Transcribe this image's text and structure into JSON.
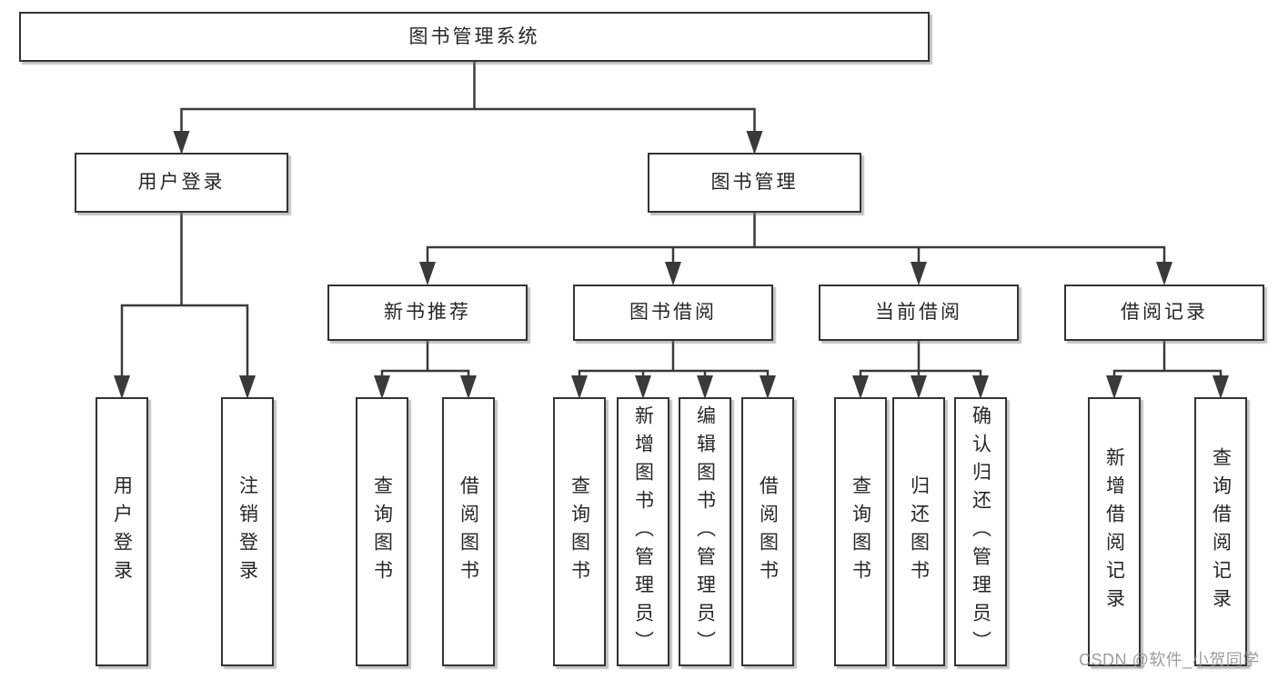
{
  "tree": {
    "root": "图书管理系统",
    "branches": [
      {
        "label": "用户登录",
        "leaves": [
          "用户登录",
          "注销登录"
        ]
      },
      {
        "label": "图书管理",
        "children": [
          {
            "label": "新书推荐",
            "leaves": [
              "查询图书",
              "借阅图书"
            ]
          },
          {
            "label": "图书借阅",
            "leaves": [
              "查询图书",
              "新增图书（管理员）",
              "编辑图书（管理员）",
              "借阅图书"
            ]
          },
          {
            "label": "当前借阅",
            "leaves": [
              "查询图书",
              "归还图书",
              "确认归还（管理员）"
            ]
          },
          {
            "label": "借阅记录",
            "leaves": [
              "新增借阅记录",
              "查询借阅记录"
            ]
          }
        ]
      }
    ]
  },
  "watermark": "CSDN @软件_小贺同学",
  "colors": {
    "line": "#3a3a3a",
    "box_border": "#333333",
    "box_fill": "#ffffff",
    "text": "#262626",
    "watermark": "#8c8c8c",
    "background": "#ffffff"
  }
}
